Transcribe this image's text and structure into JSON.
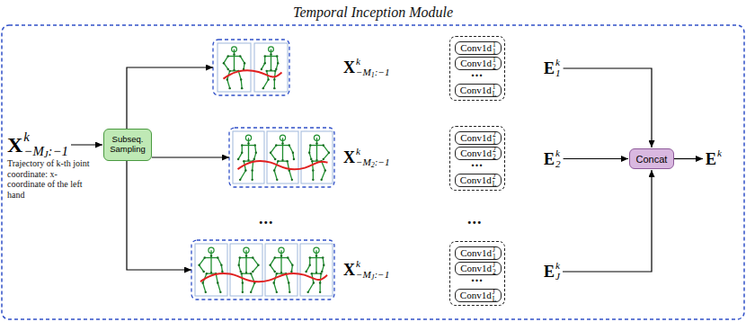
{
  "diagram": {
    "title": "Temporal Inception Module",
    "nodes": [
      {
        "text": [
          "Subseq. Sampling"
        ]
      },
      {
        "text": [
          "..."
        ]
      },
      {
        "text": [
          "Conv1d",
          "1",
          "1"
        ],
        "in": 1
      },
      {
        "text": [
          "Conv1d",
          "1",
          "2"
        ],
        "in": 1
      },
      {
        "text": [
          "Conv1d",
          "1",
          "L"
        ],
        "in": 1
      },
      {
        "text": [
          "..."
        ]
      },
      {
        "text": [
          "Conv1d",
          "2",
          "1"
        ],
        "in": 5
      },
      {
        "text": [
          "Conv1d",
          "2",
          "2"
        ],
        "in": 5
      },
      {
        "text": [
          "Conv1d",
          "2",
          "L"
        ],
        "in": 5
      },
      {
        "text": [
          "..."
        ]
      },
      {
        "text": [
          "Conv1d",
          "J",
          "1"
        ],
        "in": 9
      },
      {
        "text": [
          "Conv1d",
          "J",
          "2"
        ],
        "in": 9
      },
      {
        "text": [
          "Conv1d",
          "J",
          "L"
        ],
        "in": 9
      },
      {
        "text": [
          "Concat"
        ]
      }
    ],
    "labels": [
      "X",
      "k",
      "−M",
      "J",
      ":−1",
      "Trajectory of k-th joint coordinate: x-coordinate of the left hand",
      "X",
      "k",
      "−M",
      "1",
      ":−1",
      "X",
      "k",
      "−M",
      "2",
      ":−1",
      "X",
      "k",
      "−M",
      "J",
      ":−1",
      "E",
      "k",
      "1",
      "E",
      "k",
      "2",
      "E",
      "k",
      "J",
      "E",
      "k",
      "...",
      "..."
    ]
  }
}
